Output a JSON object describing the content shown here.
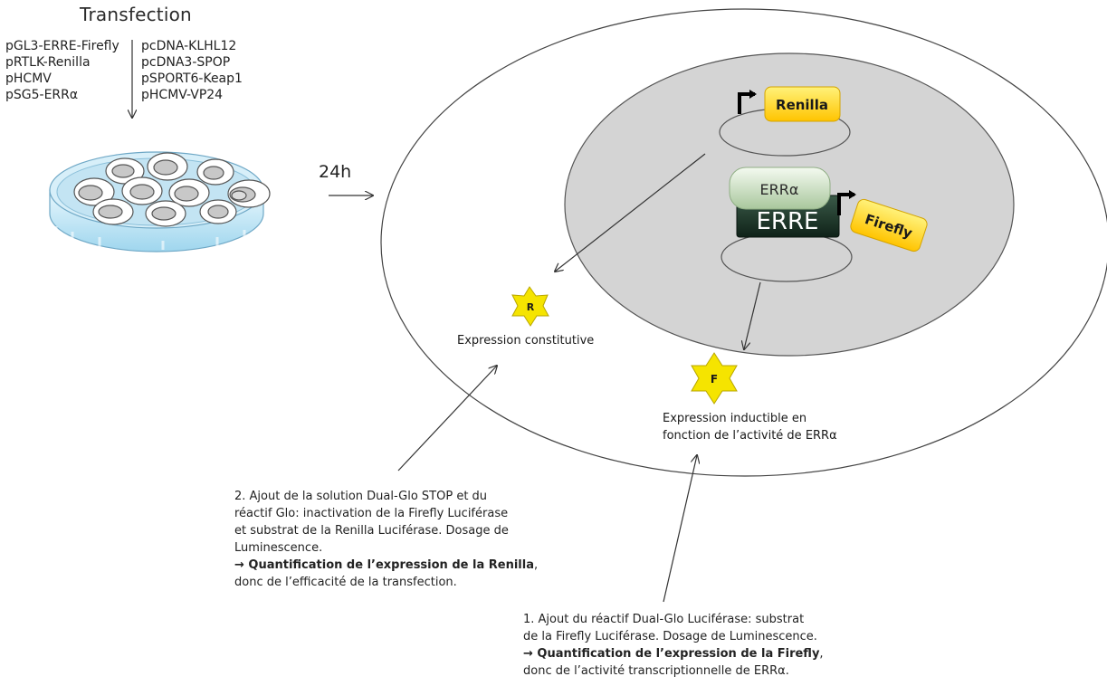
{
  "transfection": {
    "title": "Transfection",
    "plasmids_left": [
      "pGL3-ERRE-Firefly",
      "pRTLK-Renilla",
      "pHCMV",
      "pSG5-ERRα"
    ],
    "plasmids_right": [
      "pcDNA-KLHL12",
      "pcDNA3-SPOP",
      "pSPORT6-Keap1",
      "pHCMV-VP24"
    ]
  },
  "incubation_time": "24h",
  "cell": {
    "renilla_label": "Renilla",
    "firefly_label": "Firefly",
    "erralpha_label": "ERRα",
    "erre_label": "ERRE",
    "r_star_label": "R",
    "f_star_label": "F"
  },
  "expression_constitutive": "Expression constitutive",
  "expression_inducible": [
    "Expression inductible en",
    "fonction de l’activité de ERRα"
  ],
  "step2": {
    "lines": [
      "2. Ajout de la solution Dual-Glo STOP et du",
      "réactif Glo: inactivation de la Firefly Luciférase",
      "et substrat de la Renilla Luciférase. Dosage de",
      "Luminescence."
    ],
    "result_bold": "→ Quantification de l’expression de la Renilla",
    "result_rest": ",",
    "result_line2": "donc de l’efficacité de la transfection."
  },
  "step1": {
    "lines": [
      "1. Ajout du réactif Dual-Glo Luciférase: substrat",
      "de la Firefly Luciférase. Dosage de Luminescence."
    ],
    "result_bold": "→ Quantification de l’expression de la Firefly",
    "result_rest": ",",
    "result_line2": "donc de l’activité transcriptionnelle de ERRα."
  },
  "colors": {
    "nucleus_fill": "#d4d4d4",
    "label_yellow": "#ffd700",
    "star_yellow": "#f5e400",
    "erre_dark": "#1c3327",
    "erralpha_green": "#c9dcc0",
    "dish_blue": "#bfe6f7"
  }
}
